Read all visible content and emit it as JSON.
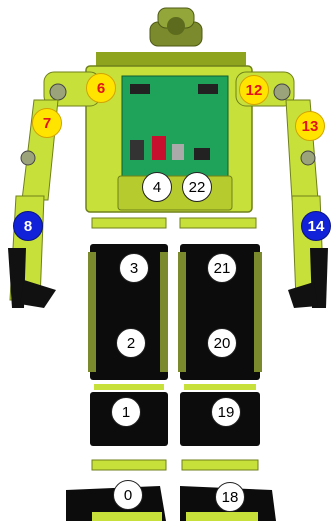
{
  "servos": [
    {
      "id": "0",
      "style": "white"
    },
    {
      "id": "1",
      "style": "white"
    },
    {
      "id": "2",
      "style": "white"
    },
    {
      "id": "3",
      "style": "white"
    },
    {
      "id": "4",
      "style": "white"
    },
    {
      "id": "6",
      "style": "yellow"
    },
    {
      "id": "7",
      "style": "yellow"
    },
    {
      "id": "8",
      "style": "blue"
    },
    {
      "id": "12",
      "style": "yellow"
    },
    {
      "id": "13",
      "style": "yellow"
    },
    {
      "id": "14",
      "style": "blue"
    },
    {
      "id": "18",
      "style": "white"
    },
    {
      "id": "19",
      "style": "white"
    },
    {
      "id": "20",
      "style": "white"
    },
    {
      "id": "21",
      "style": "white"
    },
    {
      "id": "22",
      "style": "white"
    }
  ],
  "colors": {
    "frame": "#c8e03a",
    "frame_dark": "#8ea41e",
    "servo_block": "#0c0c0c",
    "pcb": "#1fa35a",
    "label_yellow": "#ffe400",
    "label_blue": "#1222d8",
    "label_white": "#ffffff"
  }
}
